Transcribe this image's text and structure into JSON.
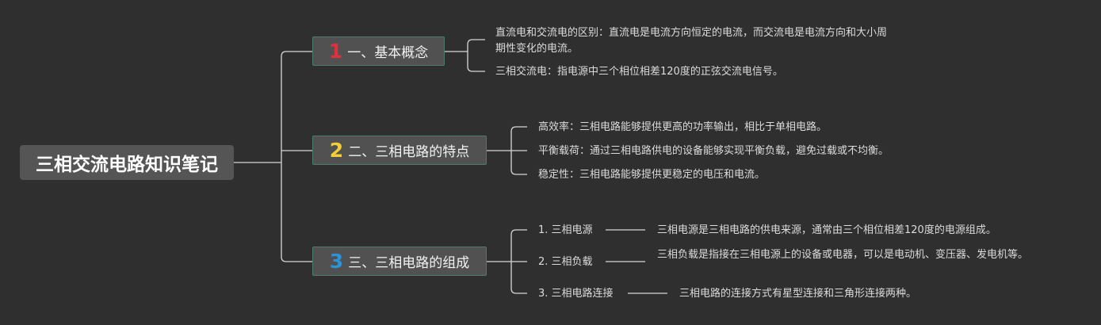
{
  "colors": {
    "background": "#2f2f2f",
    "root_fill": "#555555",
    "branch_fill": "#515151",
    "branch_border": "#4b7c6c",
    "connector": "#d6d6d6",
    "badge_1": "#e0303e",
    "badge_2": "#f2cf3a",
    "badge_3": "#2b93d6"
  },
  "root": {
    "title": "三相交流电路知识笔记"
  },
  "branches": [
    {
      "number": "1",
      "label": "一、基本概念",
      "leaves": [
        {
          "text": "直流电和交流电的区别：直流电是电流方向恒定的电流，而交流电是电流方向和大小周期性变化的电流。"
        },
        {
          "text": "三相交流电：指电源中三个相位相差120度的正弦交流电信号。"
        }
      ]
    },
    {
      "number": "2",
      "label": "二、三相电路的特点",
      "leaves": [
        {
          "text": "高效率：三相电路能够提供更高的功率输出，相比于单相电路。"
        },
        {
          "text": "平衡载荷：通过三相电路供电的设备能够实现平衡负载，避免过载或不均衡。"
        },
        {
          "text": "稳定性：三相电路能够提供更稳定的电压和电流。"
        }
      ]
    },
    {
      "number": "3",
      "label": "三、三相电路的组成",
      "leaves": [
        {
          "text": "1. 三相电源",
          "detail": "三相电源是三相电路的供电来源，通常由三个相位相差120度的电源组成。"
        },
        {
          "text": "2. 三相负载",
          "detail": "三相负载是指接在三相电源上的设备或电器，可以是电动机、变压器、发电机等。"
        },
        {
          "text": "3. 三相电路连接",
          "detail": "三相电路的连接方式有星型连接和三角形连接两种。"
        }
      ]
    }
  ]
}
